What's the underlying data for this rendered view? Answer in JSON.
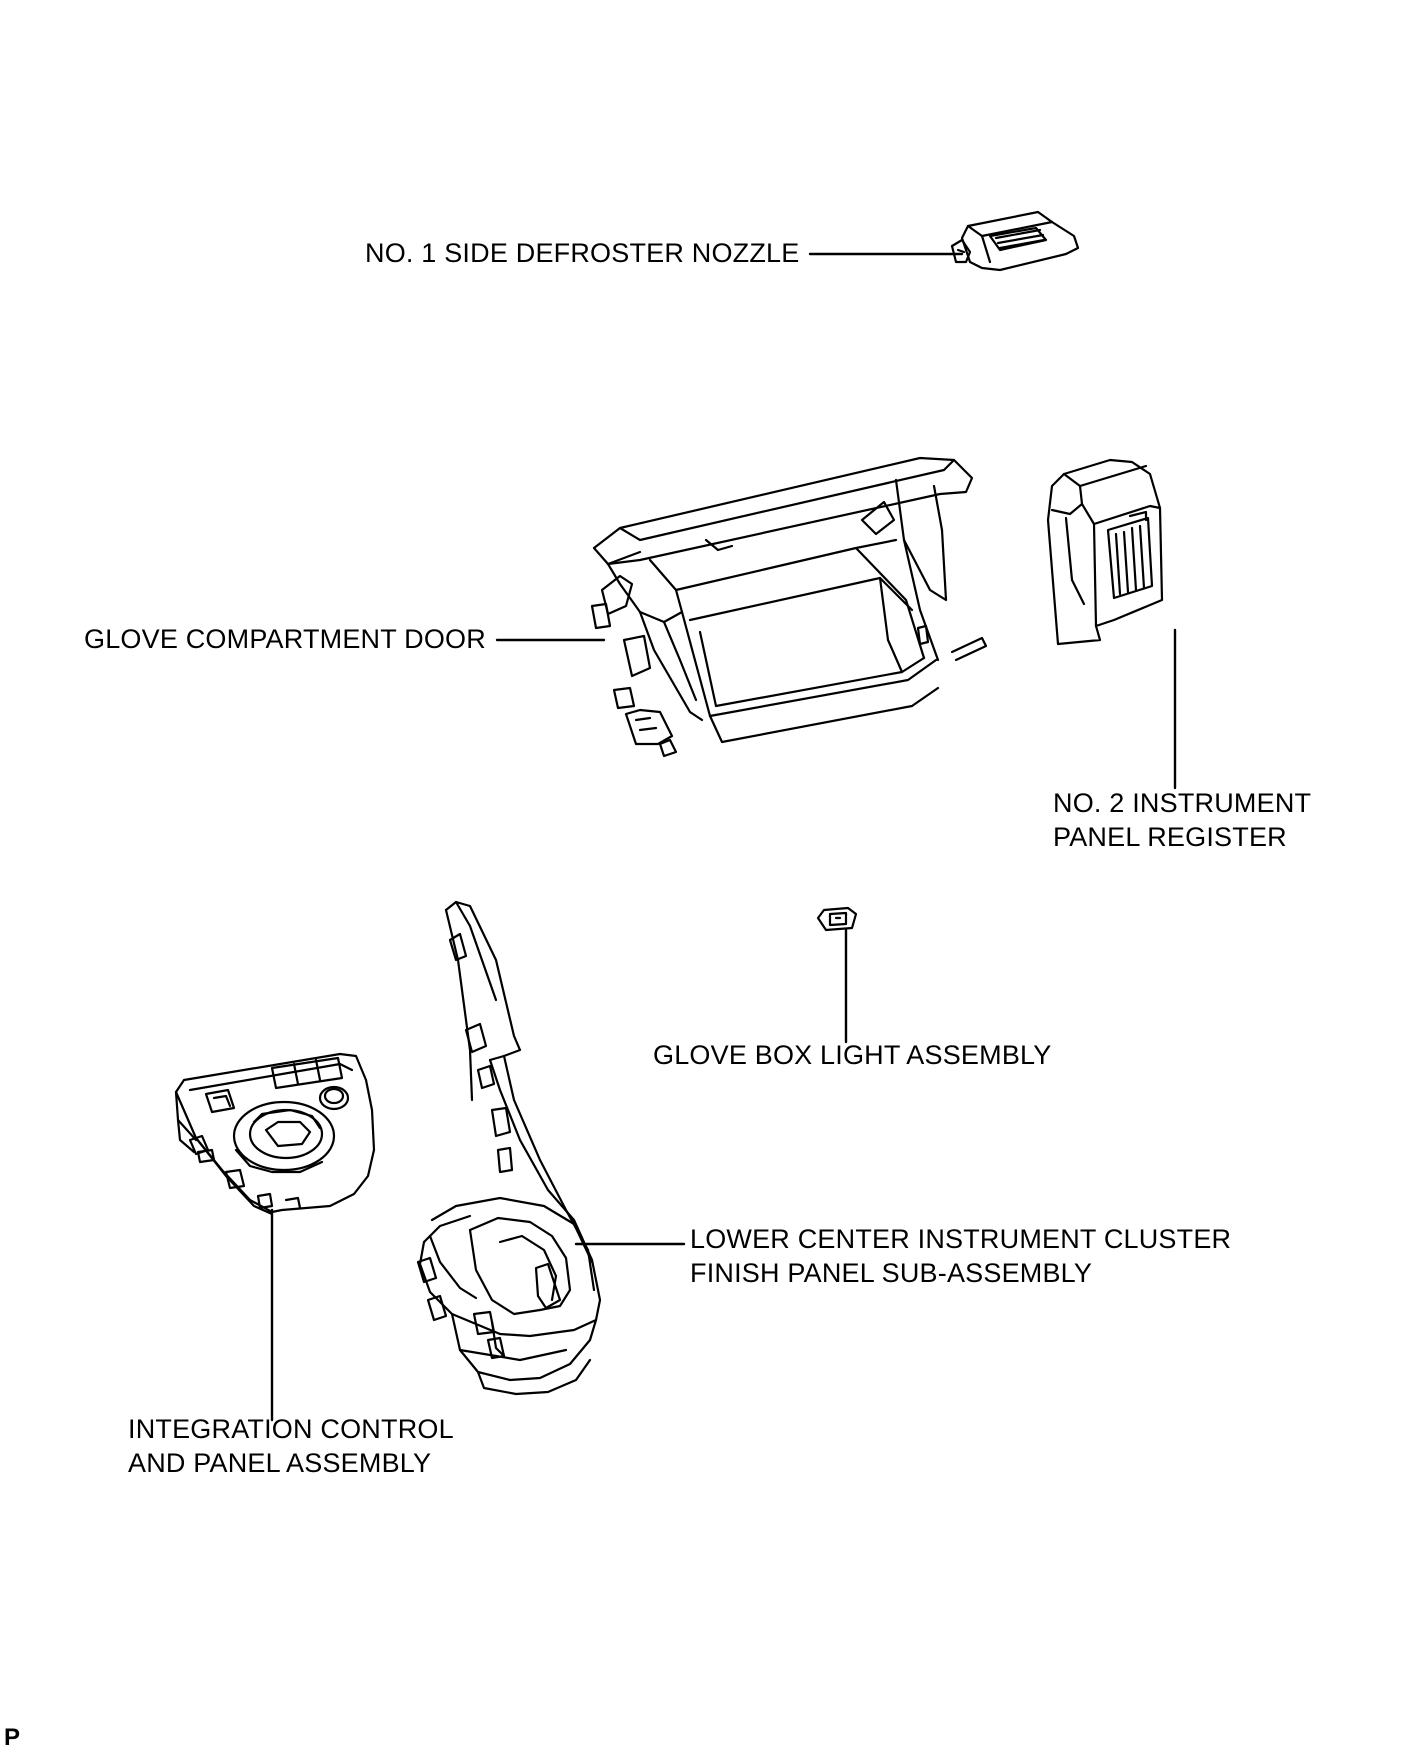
{
  "labels": {
    "defroster_nozzle": "NO. 1 SIDE DEFROSTER NOZZLE",
    "glove_door": "GLOVE COMPARTMENT DOOR",
    "register": [
      "NO. 2 INSTRUMENT",
      "PANEL REGISTER"
    ],
    "glove_light": "GLOVE BOX LIGHT ASSEMBLY",
    "finish_panel": [
      "LOWER CENTER INSTRUMENT CLUSTER",
      "FINISH PANEL SUB-ASSEMBLY"
    ],
    "integration_control": [
      "INTEGRATION CONTROL",
      "AND PANEL ASSEMBLY"
    ]
  },
  "ref_code": "P",
  "colors": {
    "ink": "#000000",
    "background": "#ffffff"
  }
}
